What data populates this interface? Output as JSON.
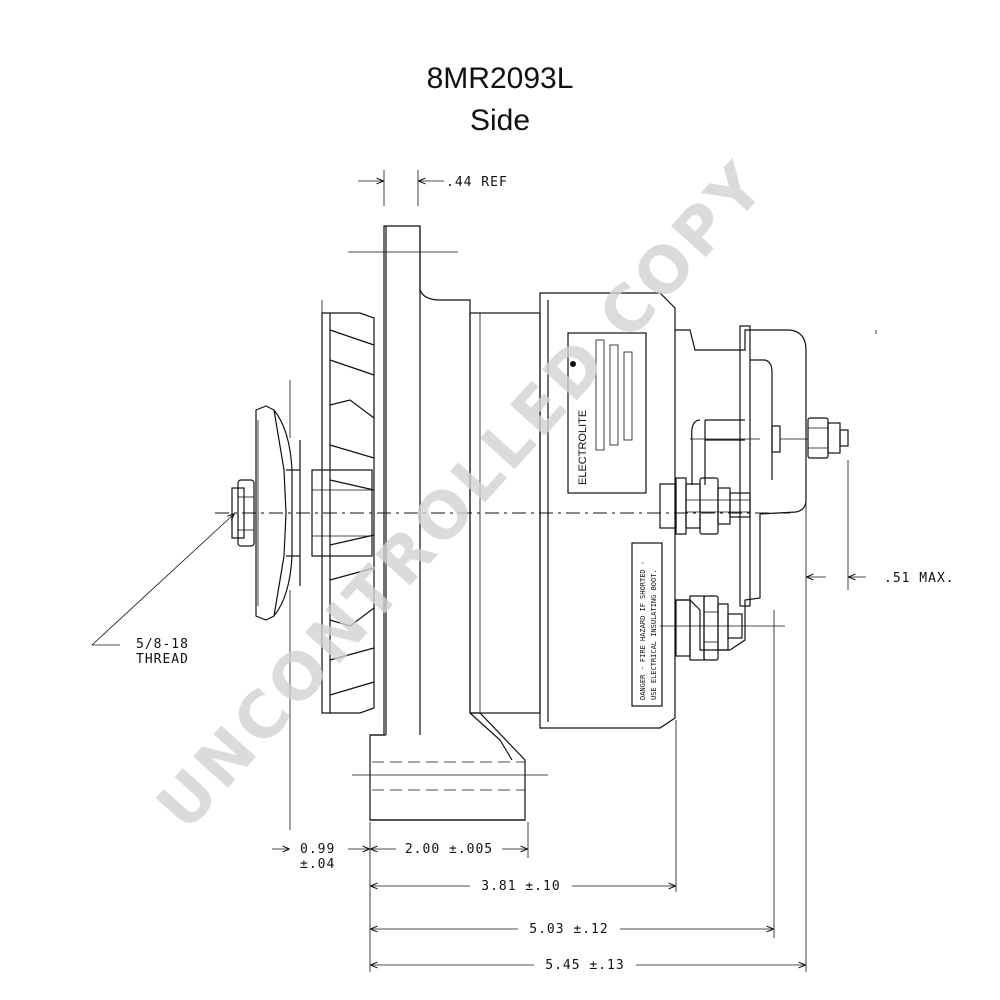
{
  "title": {
    "part_number": "8MR2093L",
    "view": "Side"
  },
  "dimensions": {
    "ref": ".44 REF",
    "thread_line1": "5/8-18",
    "thread_line2": "THREAD",
    "max": ".51 MAX.",
    "d099_line1": "0.99",
    "d099_line2": "±.04",
    "d200": "2.00 ±.005",
    "d381": "3.81 ±.10",
    "d503": "5.03 ±.12",
    "d545": "5.45 ±.13"
  },
  "labels": {
    "brand_vertical": "ELECTROLITE",
    "danger_line1": "DANGER - FIRE HAZARD IF SHORTED -",
    "danger_line2": "USE ELECTRICAL INSULATING BOOT."
  },
  "watermark": "UNCONTROLLED COPY"
}
